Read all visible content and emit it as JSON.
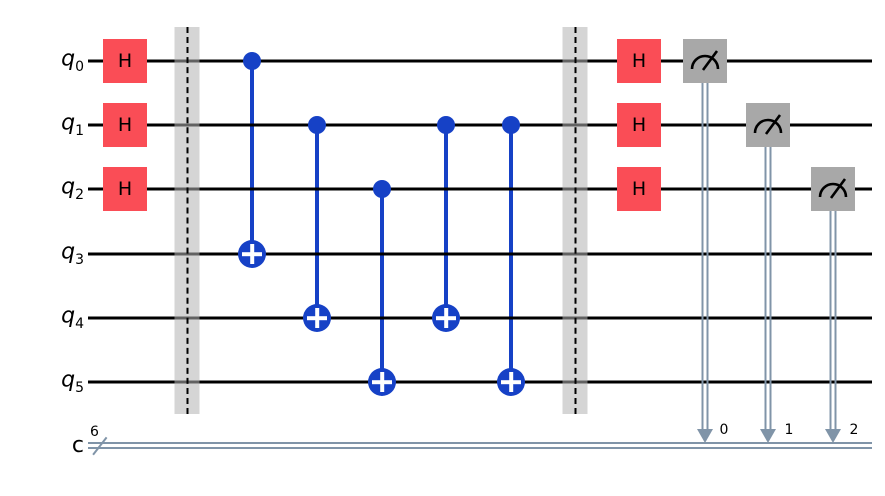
{
  "diagram_type": "quantum-circuit",
  "colors": {
    "background": "#FFFFFF",
    "h_gate": "#FA4D56",
    "cx_gate": "#1641C6",
    "measure_gate": "#A8A8A8",
    "barrier_fill": "#D6D6D6",
    "qubit_wire": "#000000",
    "classical_wire": "#8094A8",
    "text": "#000000"
  },
  "labels": {
    "h": "H"
  },
  "qubits": [
    {
      "name": "q",
      "sub": "0"
    },
    {
      "name": "q",
      "sub": "1"
    },
    {
      "name": "q",
      "sub": "2"
    },
    {
      "name": "q",
      "sub": "3"
    },
    {
      "name": "q",
      "sub": "4"
    },
    {
      "name": "q",
      "sub": "5"
    }
  ],
  "classical_register": {
    "name": "c",
    "size": "6"
  },
  "measurements": [
    {
      "qubit": "q0",
      "clbit": "0"
    },
    {
      "qubit": "q1",
      "clbit": "1"
    },
    {
      "qubit": "q2",
      "clbit": "2"
    }
  ],
  "operations": [
    {
      "gate": "h",
      "qubit": "q0"
    },
    {
      "gate": "h",
      "qubit": "q1"
    },
    {
      "gate": "h",
      "qubit": "q2"
    },
    {
      "gate": "barrier",
      "qubits": [
        "q0",
        "q1",
        "q2",
        "q3",
        "q4",
        "q5"
      ]
    },
    {
      "gate": "cx",
      "control": "q0",
      "target": "q3"
    },
    {
      "gate": "cx",
      "control": "q1",
      "target": "q4"
    },
    {
      "gate": "cx",
      "control": "q2",
      "target": "q5"
    },
    {
      "gate": "cx",
      "control": "q1",
      "target": "q4"
    },
    {
      "gate": "cx",
      "control": "q1",
      "target": "q5"
    },
    {
      "gate": "barrier",
      "qubits": [
        "q0",
        "q1",
        "q2",
        "q3",
        "q4",
        "q5"
      ]
    },
    {
      "gate": "h",
      "qubit": "q0"
    },
    {
      "gate": "h",
      "qubit": "q1"
    },
    {
      "gate": "h",
      "qubit": "q2"
    },
    {
      "gate": "measure",
      "qubit": "q0",
      "clbit": "0"
    },
    {
      "gate": "measure",
      "qubit": "q1",
      "clbit": "1"
    },
    {
      "gate": "measure",
      "qubit": "q2",
      "clbit": "2"
    }
  ]
}
